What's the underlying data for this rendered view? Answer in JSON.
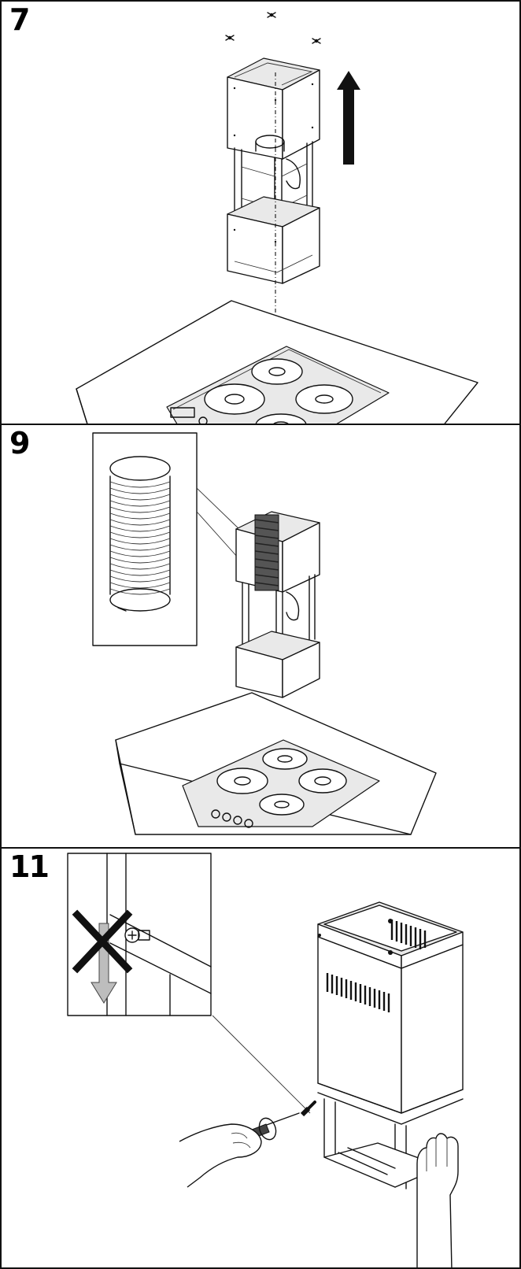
{
  "steps": [
    {
      "number": "7"
    },
    {
      "number": "9"
    },
    {
      "number": "11"
    }
  ],
  "colors": {
    "line": "#111111",
    "background": "#ffffff",
    "shade": "#e9e9e9"
  }
}
